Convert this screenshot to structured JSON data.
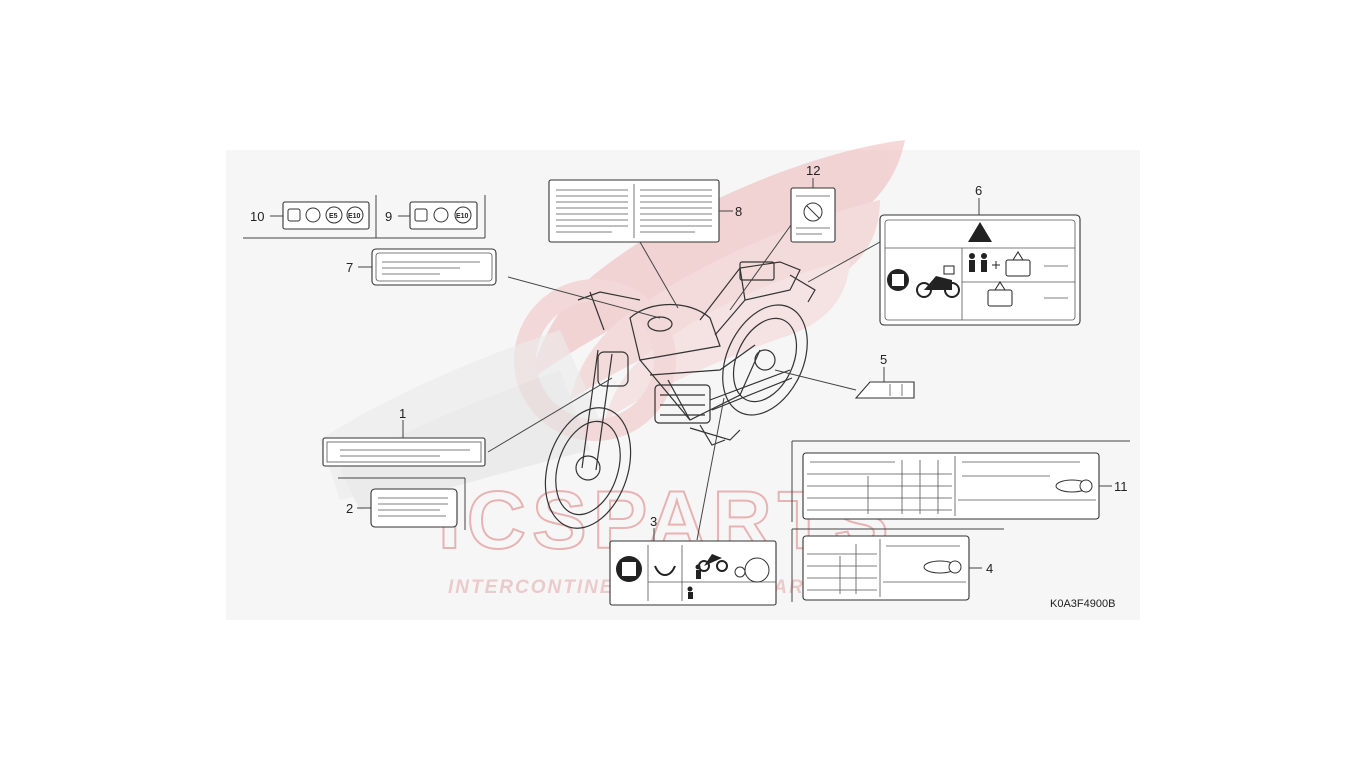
{
  "watermark": {
    "brand": "ICSPARTS",
    "tagline": "INTERCONTINENTAL SPARE PARTS"
  },
  "drawing_code": "K0A3F4900B",
  "callouts": [
    {
      "id": "1",
      "label": "1"
    },
    {
      "id": "2",
      "label": "2"
    },
    {
      "id": "3",
      "label": "3"
    },
    {
      "id": "4",
      "label": "4"
    },
    {
      "id": "5",
      "label": "5"
    },
    {
      "id": "6",
      "label": "6"
    },
    {
      "id": "7",
      "label": "7"
    },
    {
      "id": "8",
      "label": "8"
    },
    {
      "id": "9",
      "label": "9"
    },
    {
      "id": "10",
      "label": "10"
    },
    {
      "id": "11",
      "label": "11"
    },
    {
      "id": "12",
      "label": "12"
    }
  ],
  "fuel_labels": {
    "e5": "E5",
    "e10": "E10"
  },
  "colors": {
    "watermark_red": "#e8a0a0",
    "line": "#333333",
    "background": "#f6f6f6"
  }
}
